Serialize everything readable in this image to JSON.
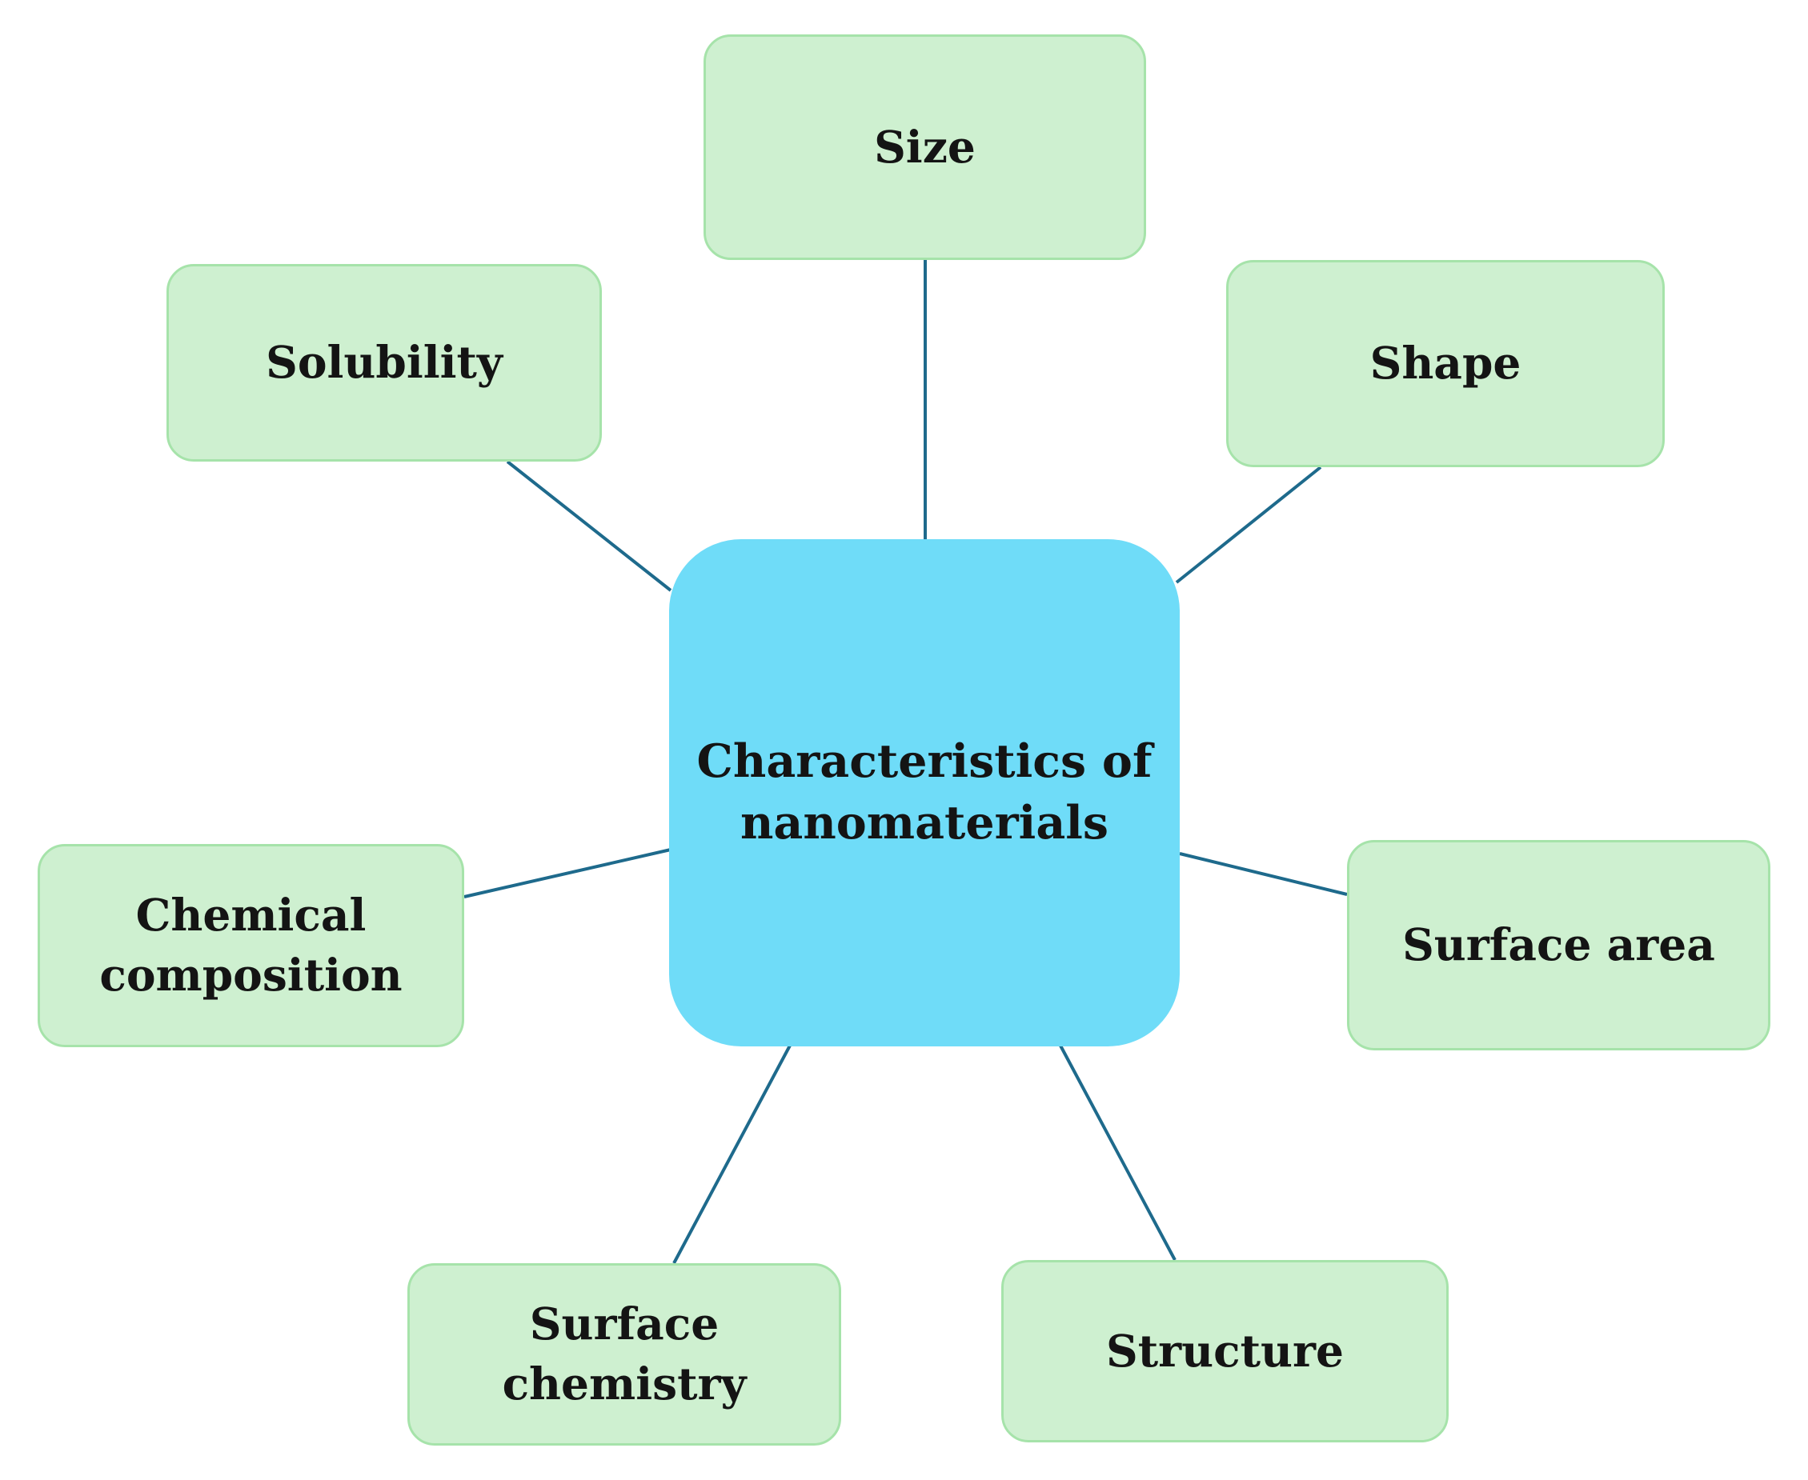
{
  "diagram": {
    "center": {
      "label": "Characteristics of\nnanomaterials"
    },
    "nodes": [
      {
        "id": "size",
        "label": "Size"
      },
      {
        "id": "shape",
        "label": "Shape"
      },
      {
        "id": "solubility",
        "label": "Solubility"
      },
      {
        "id": "chemical_composition",
        "label": "Chemical\ncomposition"
      },
      {
        "id": "surface_area",
        "label": "Surface area"
      },
      {
        "id": "surface_chemistry",
        "label": "Surface\nchemistry"
      },
      {
        "id": "structure",
        "label": "Structure"
      }
    ],
    "colors": {
      "node_fill": "#cef0d0",
      "node_border": "#a6e3aa",
      "center_fill": "#6fdcf8",
      "connector": "#1e6a8c",
      "text": "#141414"
    }
  }
}
